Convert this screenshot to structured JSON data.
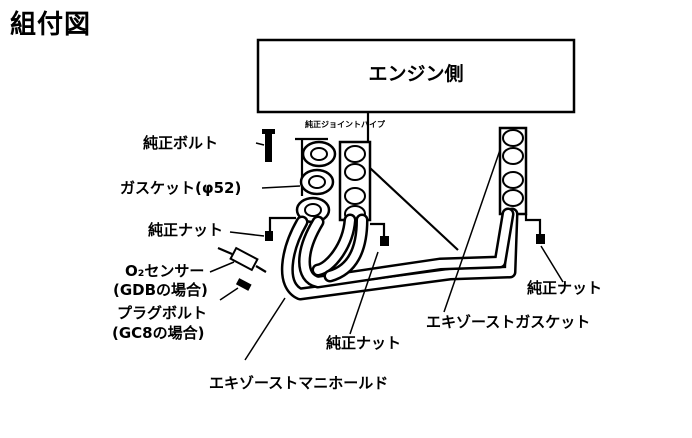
{
  "title": "組付図",
  "engine_side": "エンジン側",
  "labels": {
    "oem_joint_pipe": "純正ジョイントパイプ",
    "oem_bolt": "純正ボルト",
    "gasket_52": "ガスケット(φ52)",
    "oem_nut_left": "純正ナット",
    "o2_sensor_line1": "O₂センサー",
    "o2_sensor_line2": "(GDBの場合)",
    "plug_bolt_line1": "プラグボルト",
    "plug_bolt_line2": "(GC8の場合)",
    "oem_nut_bottom": "純正ナット",
    "exhaust_gasket": "エキゾーストガスケット",
    "oem_nut_right": "純正ナット",
    "exhaust_manifold": "エキゾーストマニホールド"
  }
}
